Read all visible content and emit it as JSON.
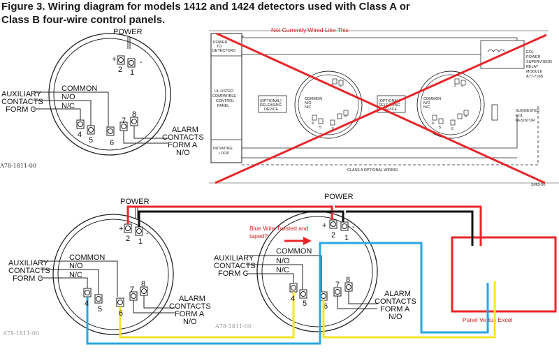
{
  "title": {
    "line1": "Figure 3. Wiring diagram for models 1412 and 1424 detectors used with Class A or",
    "line2": "Class B four-wire control panels."
  },
  "colors": {
    "accent_red": "#e8262a",
    "wire_blue": "#2aa6e0",
    "wire_yellow": "#f2e52b",
    "wire_black": "#111111",
    "ink": "#222222"
  },
  "top_left": {
    "power": "POWER",
    "plus": "+",
    "minus": "-",
    "t2": "2",
    "t1": "1",
    "common": "COMMON",
    "aux_1": "AUXILIARY",
    "aux_2": "CONTACTS",
    "aux_3": "FORM C",
    "no": "N/O",
    "nc": "N/C",
    "t4": "4",
    "t5": "5",
    "t6": "6",
    "t7": "7",
    "t8": "8",
    "alarm_1": "ALARM",
    "alarm_2": "CONTACTS",
    "alarm_3": "FORM A",
    "alarm_4": "N/O",
    "drawing_id": "A78-1811-00"
  },
  "top_right": {
    "note": "Not Currently Wired Like This",
    "power_1": "POWER",
    "power_2": "TO",
    "power_3": "DETECTORS",
    "panel_1": "UL LISTED",
    "panel_2": "COMPATIBLE",
    "panel_3": "CONTROL",
    "panel_4": "PANEL",
    "loop_1": "INITIATING",
    "loop_2": "LOOP",
    "rel1_1": "(OPTIONAL)",
    "rel1_2": "RELEASING",
    "rel1_3": "DEVICE",
    "rel2_1": "(OPTIONAL)",
    "rel2_2": "RELEASING",
    "rel2_3": "DEVICE",
    "common": "COMMON",
    "no": "N/O",
    "nc": "N/C",
    "eol_1": "EOL",
    "eol_2": "POWER",
    "eol_3": "SUPERVISION",
    "eol_4": "RELAY",
    "eol_5": "MODULE",
    "eol_6": "A77-716B",
    "res_1": "SUGGESTED",
    "res_2": "EOL",
    "res_3": "RESISTOR",
    "class_a": "CLASS A OPTIONAL WIRING",
    "drawing_id": "S0ft5-00",
    "t1": "1",
    "t2": "2",
    "t4": "4",
    "t5": "5",
    "t6": "6",
    "t7": "7",
    "t8": "8"
  },
  "bottom_left": {
    "power": "POWER",
    "plus": "+",
    "minus": "-",
    "t2": "2",
    "t1": "1",
    "common": "COMMON",
    "aux_1": "AUXILIARY",
    "aux_2": "CONTACTS",
    "aux_3": "FORM C",
    "no": "N/O",
    "nc": "N/C",
    "t4": "4",
    "t5": "5",
    "t6": "6",
    "t7": "7",
    "t8": "8",
    "alarm_1": "ALARM",
    "alarm_2": "CONTACTS",
    "alarm_3": "FORM A",
    "alarm_4": "N/O",
    "drawing_id": "A78-1811-00"
  },
  "bottom_right": {
    "power": "POWER",
    "plus": "+",
    "minus": "-",
    "t2": "2",
    "t1": "1",
    "note_1": "Blue Wire Twisted and",
    "note_2": "taped?",
    "common": "COMMON",
    "aux_1": "AUXILIARY",
    "aux_2": "CONTACTS",
    "aux_3": "FORM C",
    "no": "N/O",
    "nc": "N/C",
    "t4": "4",
    "t5": "5",
    "t6": "6",
    "t7": "7",
    "t8": "8",
    "alarm_1": "ALARM",
    "alarm_2": "CONTACTS",
    "alarm_3": "FORM A",
    "alarm_4": "N/O",
    "drawing_id": "A78-1811-00",
    "panel_note": "Panel Vertus Excel"
  }
}
